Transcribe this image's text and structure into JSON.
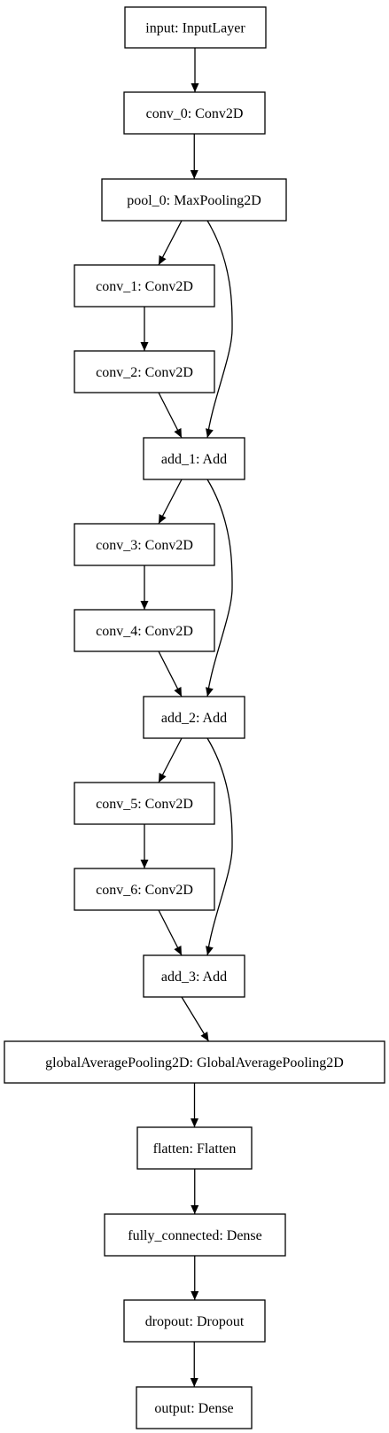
{
  "nodes": [
    {
      "id": "input",
      "label": "input: InputLayer"
    },
    {
      "id": "conv_0",
      "label": "conv_0: Conv2D"
    },
    {
      "id": "pool_0",
      "label": "pool_0: MaxPooling2D"
    },
    {
      "id": "conv_1",
      "label": "conv_1: Conv2D"
    },
    {
      "id": "conv_2",
      "label": "conv_2: Conv2D"
    },
    {
      "id": "add_1",
      "label": "add_1: Add"
    },
    {
      "id": "conv_3",
      "label": "conv_3: Conv2D"
    },
    {
      "id": "conv_4",
      "label": "conv_4: Conv2D"
    },
    {
      "id": "add_2",
      "label": "add_2: Add"
    },
    {
      "id": "conv_5",
      "label": "conv_5: Conv2D"
    },
    {
      "id": "conv_6",
      "label": "conv_6: Conv2D"
    },
    {
      "id": "add_3",
      "label": "add_3: Add"
    },
    {
      "id": "gap",
      "label": "globalAveragePooling2D: GlobalAveragePooling2D"
    },
    {
      "id": "flatten",
      "label": "flatten: Flatten"
    },
    {
      "id": "fc",
      "label": "fully_connected: Dense"
    },
    {
      "id": "dropout",
      "label": "dropout: Dropout"
    },
    {
      "id": "output",
      "label": "output: Dense"
    }
  ],
  "edges": [
    {
      "from": "input",
      "to": "conv_0"
    },
    {
      "from": "conv_0",
      "to": "pool_0"
    },
    {
      "from": "pool_0",
      "to": "conv_1"
    },
    {
      "from": "pool_0",
      "to": "add_1"
    },
    {
      "from": "conv_1",
      "to": "conv_2"
    },
    {
      "from": "conv_2",
      "to": "add_1"
    },
    {
      "from": "add_1",
      "to": "conv_3"
    },
    {
      "from": "add_1",
      "to": "add_2"
    },
    {
      "from": "conv_3",
      "to": "conv_4"
    },
    {
      "from": "conv_4",
      "to": "add_2"
    },
    {
      "from": "add_2",
      "to": "conv_5"
    },
    {
      "from": "add_2",
      "to": "add_3"
    },
    {
      "from": "conv_5",
      "to": "conv_6"
    },
    {
      "from": "conv_6",
      "to": "add_3"
    },
    {
      "from": "add_3",
      "to": "gap"
    },
    {
      "from": "gap",
      "to": "flatten"
    },
    {
      "from": "flatten",
      "to": "fc"
    },
    {
      "from": "fc",
      "to": "dropout"
    },
    {
      "from": "dropout",
      "to": "output"
    }
  ]
}
